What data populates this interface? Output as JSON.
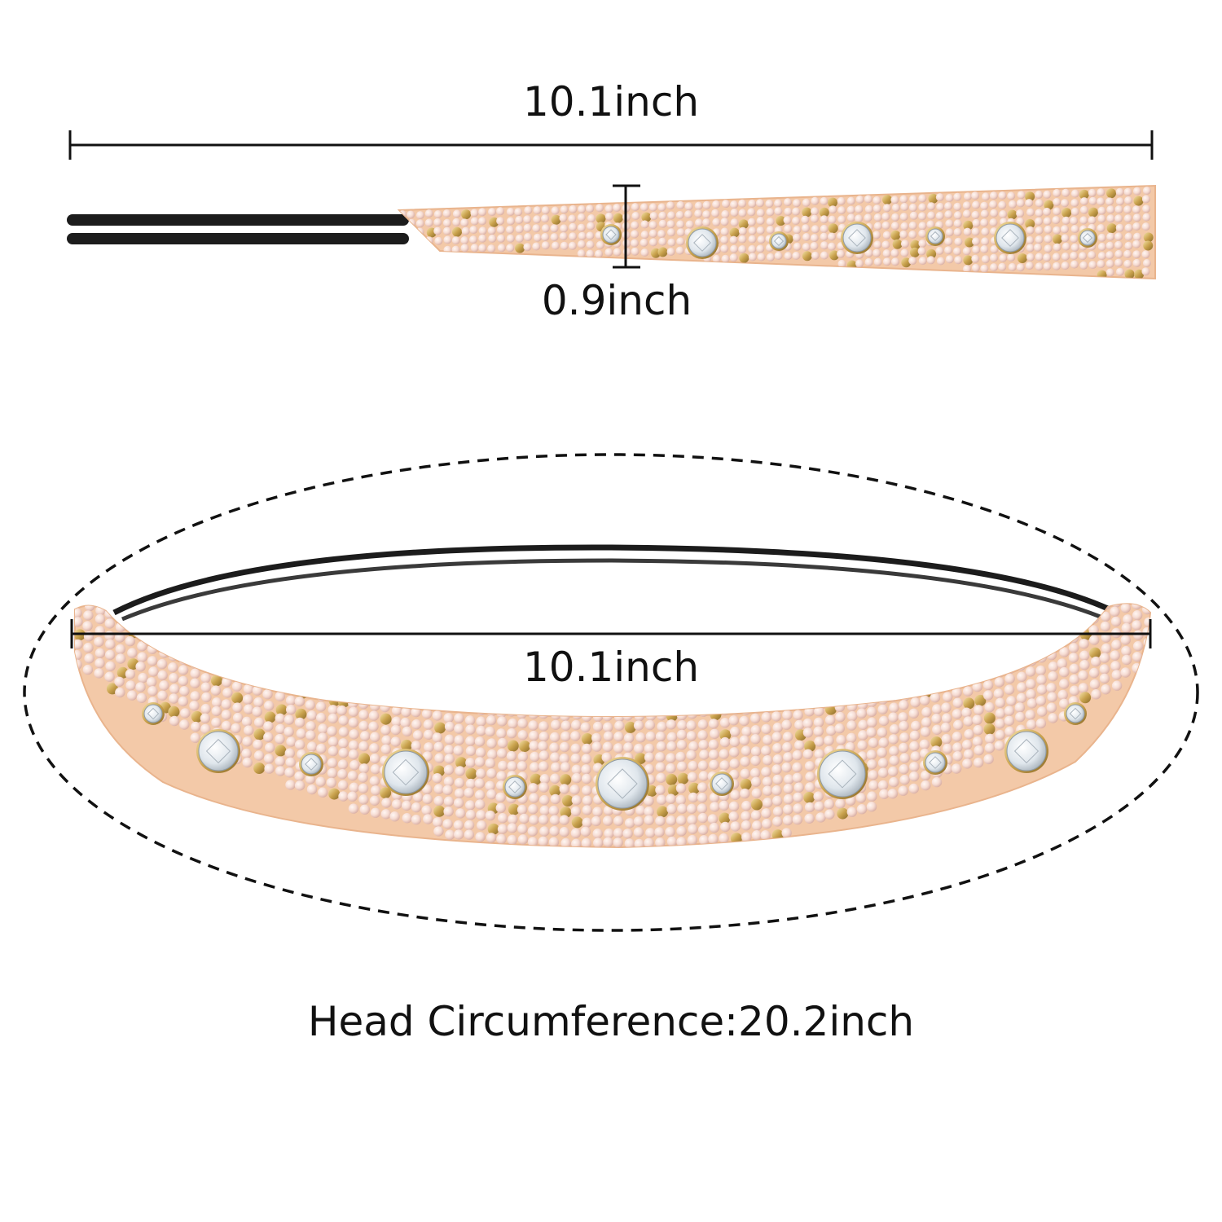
{
  "dimensions": {
    "top_length": "10.1inch",
    "band_width": "0.9inch",
    "bottom_length": "10.1inch",
    "circumference": "Head Circumference:20.2inch"
  },
  "colors": {
    "band_base": "#f3c9a8",
    "band_edge": "#e9b48d",
    "pearl": "#f6dcd3",
    "pearl_shade": "#d9b2a7",
    "gold_bead": "#c9a24d",
    "crystal": "#e9eef2",
    "elastic": "#1c1c1c",
    "lines": "#111111"
  }
}
